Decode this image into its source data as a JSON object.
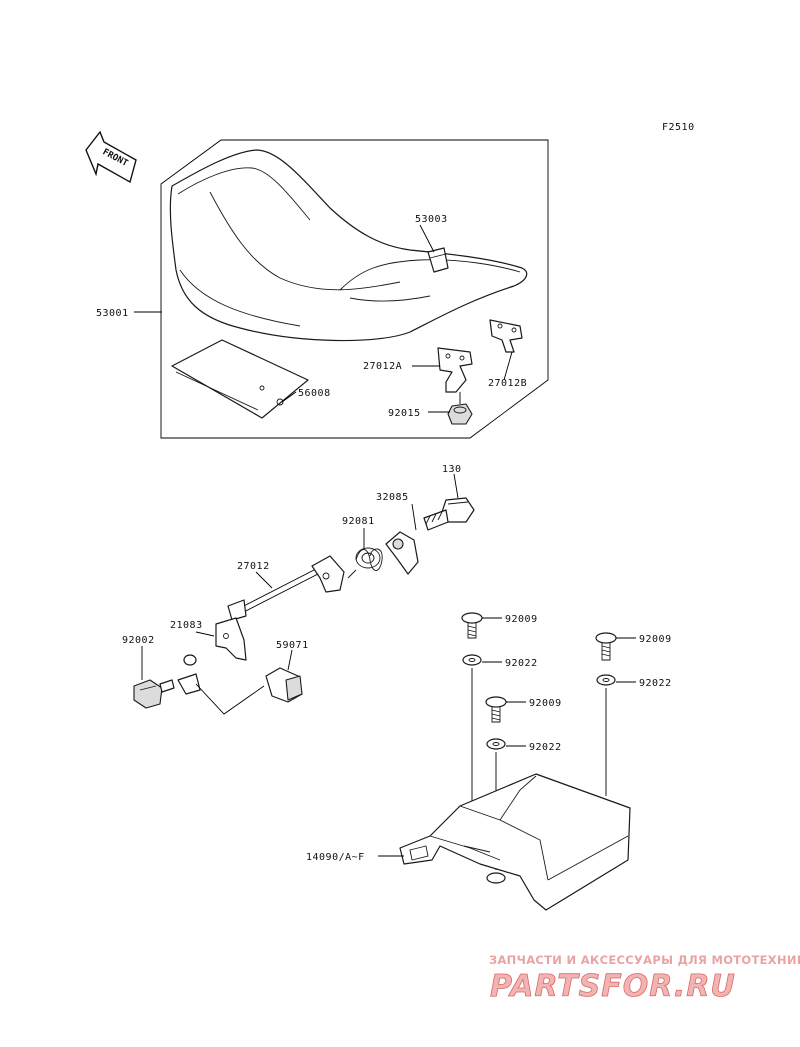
{
  "figure_code": "F2510",
  "front_label": "FRONT",
  "parts": {
    "p53003": "53003",
    "p53001": "53001",
    "p27012A": "27012A",
    "p27012B": "27012B",
    "p56008": "56008",
    "p92015": "92015",
    "p130": "130",
    "p32085": "32085",
    "p92081": "92081",
    "p27012": "27012",
    "p21083": "21083",
    "p92002": "92002",
    "p59071": "59071",
    "p92009a": "92009",
    "p92022a": "92022",
    "p92009b": "92009",
    "p92022b": "92022",
    "p92009c": "92009",
    "p92022c": "92022",
    "p14090": "14090/A~F"
  },
  "watermark": {
    "line1": "ЗАПЧАСТИ И АКСЕССУАРЫ ДЛЯ МОТОТЕХНИКИ",
    "line2": "PARTSFOR.RU"
  }
}
